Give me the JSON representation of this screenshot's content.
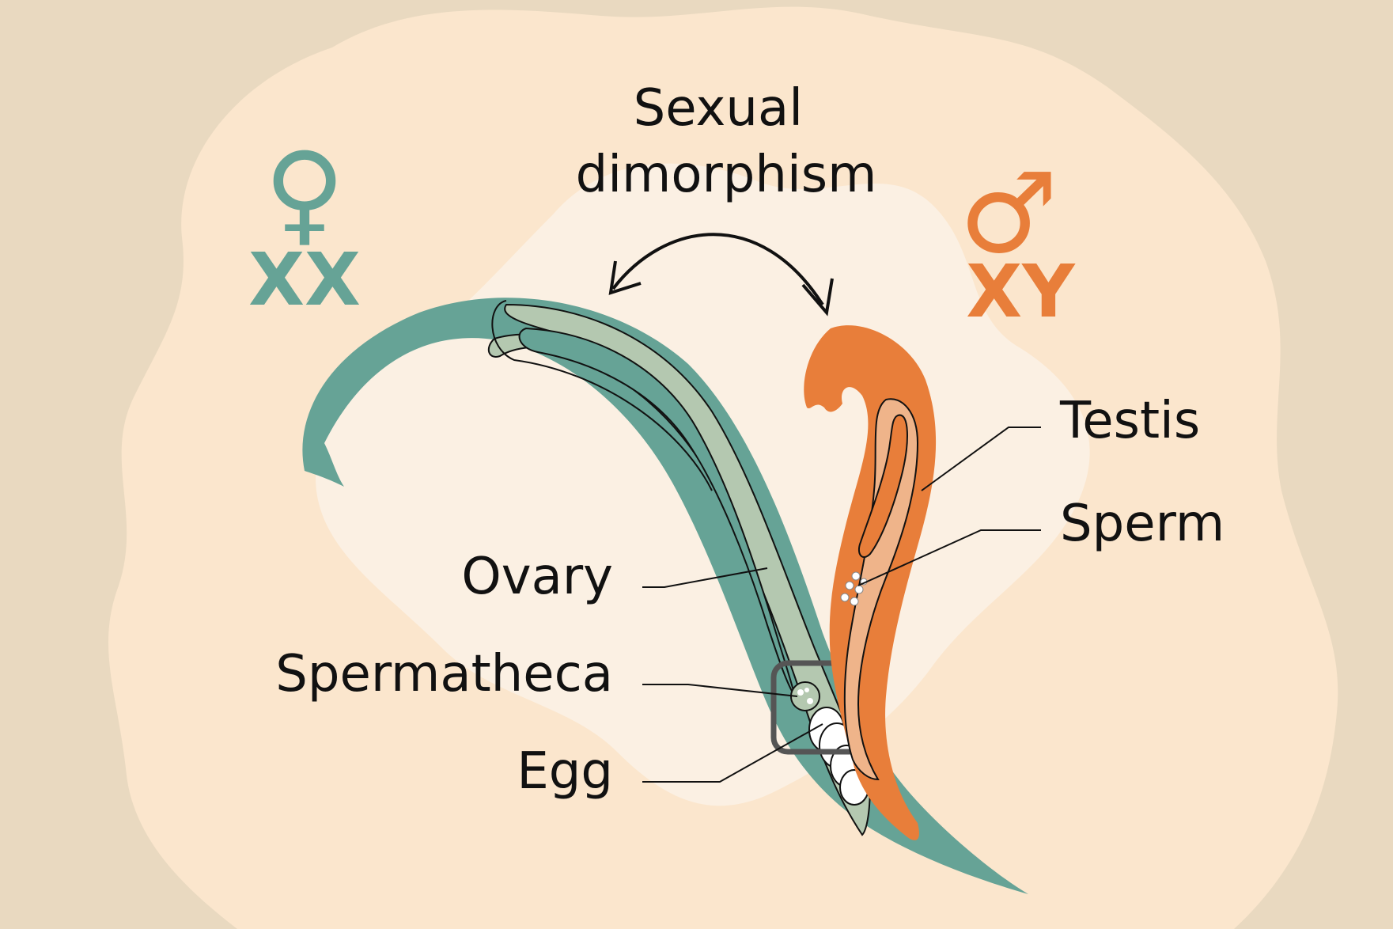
{
  "title": "Sexual\ndimorphism",
  "female": {
    "symbol": "♀",
    "chromosomes": "XX",
    "color": "#66a396"
  },
  "male": {
    "symbol": "♂",
    "chromosomes": "XY",
    "color": "#e87e3a"
  },
  "labels": {
    "ovary": "Ovary",
    "spermatheca": "Spermatheca",
    "egg": "Egg",
    "testis": "Testis",
    "sperm": "Sperm"
  },
  "colors": {
    "background": "#e9d9c0",
    "blob_outer": "#fbe6cd",
    "blob_inner": "#fbf0e3",
    "female_body": "#66a396",
    "female_gonad": "#b4c8b0",
    "male_body": "#e87e3a",
    "male_gonad": "#efb48a",
    "highlight_box": "#555555"
  }
}
